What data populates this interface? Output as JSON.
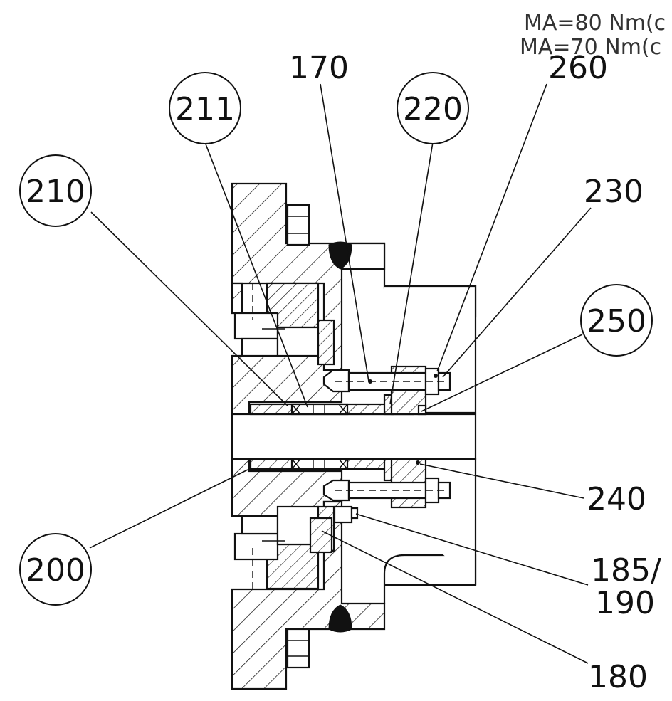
{
  "notes": {
    "torque_1": "MA=80 Nm(c",
    "torque_2": "MA=70 Nm(c"
  },
  "callouts": {
    "p170": "170",
    "p211": "211",
    "p220": "220",
    "p260": "260",
    "p210": "210",
    "p230": "230",
    "p250": "250",
    "p240": "240",
    "p200": "200",
    "p185_line1": "185/",
    "p185_line2": "190",
    "p180": "180"
  }
}
